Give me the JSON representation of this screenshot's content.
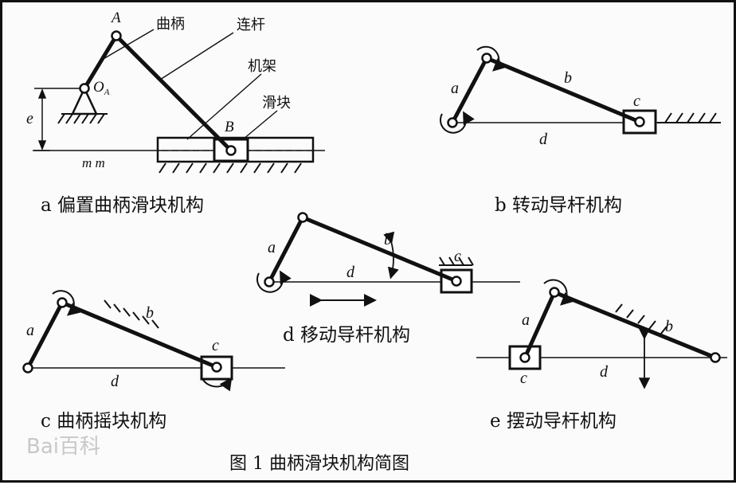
{
  "diagram_a": {
    "point_A": "A",
    "point_O": "O",
    "point_O_sub": "A",
    "point_B": "B",
    "offset": "e",
    "ground_line": "m m",
    "crank": "曲柄",
    "coupler": "连杆",
    "frame": "机架",
    "slider": "滑块",
    "caption": "a  偏置曲柄滑块机构"
  },
  "diagram_b": {
    "a": "a",
    "b": "b",
    "c": "c",
    "d": "d",
    "caption": "b  转动导杆机构"
  },
  "diagram_c": {
    "a": "a",
    "b": "b",
    "c": "c",
    "d": "d",
    "caption": "c  曲柄摇块机构"
  },
  "diagram_d": {
    "a": "a",
    "b": "b",
    "c": "c",
    "d": "d",
    "caption": "d  移动导杆机构"
  },
  "diagram_e": {
    "a": "a",
    "b": "b",
    "c": "c",
    "d": "d",
    "caption": "e  摆动导杆机构"
  },
  "figure_caption": "图 1    曲柄滑块机构简图",
  "watermark": "Bai百科"
}
